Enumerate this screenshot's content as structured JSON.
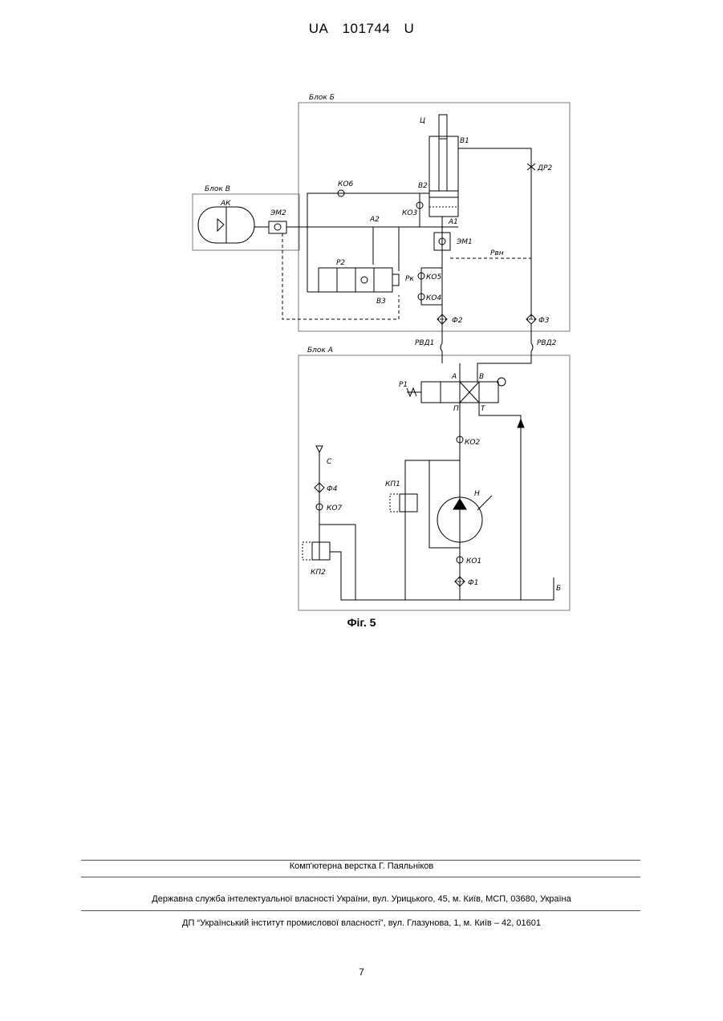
{
  "header": {
    "country": "UA",
    "number": "101744",
    "kind": "U"
  },
  "figure": {
    "caption": "Фіг. 5",
    "labels": {
      "blok_b": "Блок Б",
      "blok_v": "Блок В",
      "blok_a": "Блок А",
      "ts": "Ц",
      "v1": "В1",
      "v2": "В2",
      "v3": "В3",
      "dr2": "ДР2",
      "ko6": "КО6",
      "ko3": "КО3",
      "ko5": "КО5",
      "ko4": "КО4",
      "ak": "АК",
      "em2": "ЭМ2",
      "em1": "ЭМ1",
      "a2": "А2",
      "a1": "А1",
      "r2": "Р2",
      "rvn": "Рвн",
      "rk": "Рк",
      "f2": "Ф2",
      "f3": "Ф3",
      "rvd1": "РВД1",
      "rvd2": "РВД2",
      "p1": "Р1",
      "port_a": "А",
      "port_b": "В",
      "port_p": "П",
      "port_t": "Т",
      "ko2": "КО2",
      "c": "С",
      "f4": "Ф4",
      "ko7": "КО7",
      "kp1": "КП1",
      "n": "Н",
      "kp2": "КП2",
      "ko1": "КО1",
      "f1": "Ф1",
      "tank": "Б"
    }
  },
  "footer": {
    "line1": "Комп'ютерна верстка Г. Паяльніков",
    "line2": "Державна служба інтелектуальної власності України, вул. Урицького, 45, м. Київ, МСП, 03680, Україна",
    "line3": "ДП “Український інститут промислової власності”, вул. Глазунова, 1, м. Київ – 42, 01601",
    "page": "7"
  }
}
